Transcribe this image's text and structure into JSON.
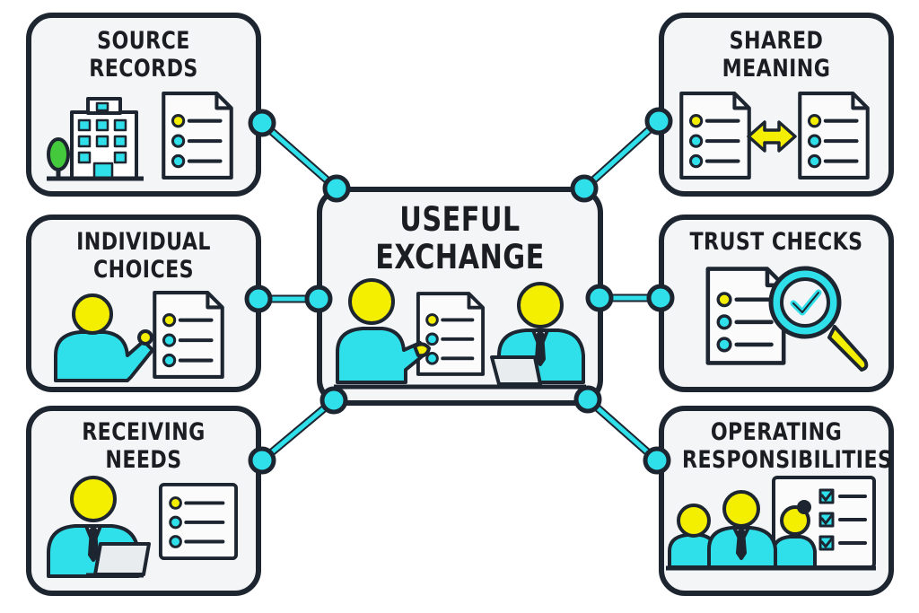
{
  "center": {
    "title_line1": "USEFUL",
    "title_line2": "EXCHANGE"
  },
  "boxes": {
    "source_records": {
      "line1": "SOURCE",
      "line2": "RECORDS"
    },
    "individual_choices": {
      "line1": "INDIVIDUAL",
      "line2": "CHOICES"
    },
    "receiving_needs": {
      "line1": "RECEIVING",
      "line2": "NEEDS"
    },
    "shared_meaning": {
      "line1": "SHARED",
      "line2": "MEANING"
    },
    "trust_checks": {
      "line1": "TRUST CHECKS"
    },
    "operating_responsibilities": {
      "line1": "OPERATING",
      "line2": "RESPONSIBILITIES"
    }
  },
  "colors": {
    "outline": "#1c2530",
    "accent_cyan": "#2fe0ea",
    "accent_yellow": "#f4ee00",
    "tree_green": "#44c93c",
    "box_fill": "#f4f5f7"
  },
  "icons": {
    "source_records": [
      "building-icon",
      "tree-icon",
      "document-icon"
    ],
    "individual_choices": [
      "person-pointing-icon",
      "document-icon"
    ],
    "receiving_needs": [
      "businessperson-laptop-icon",
      "document-icon"
    ],
    "shared_meaning": [
      "document-icon",
      "double-arrow-icon",
      "document-icon"
    ],
    "trust_checks": [
      "document-icon",
      "magnifier-check-icon"
    ],
    "operating_responsibilities": [
      "team-icon",
      "checklist-board-icon"
    ],
    "center": [
      "person-pointing-icon",
      "document-icon",
      "businessperson-laptop-icon"
    ]
  }
}
